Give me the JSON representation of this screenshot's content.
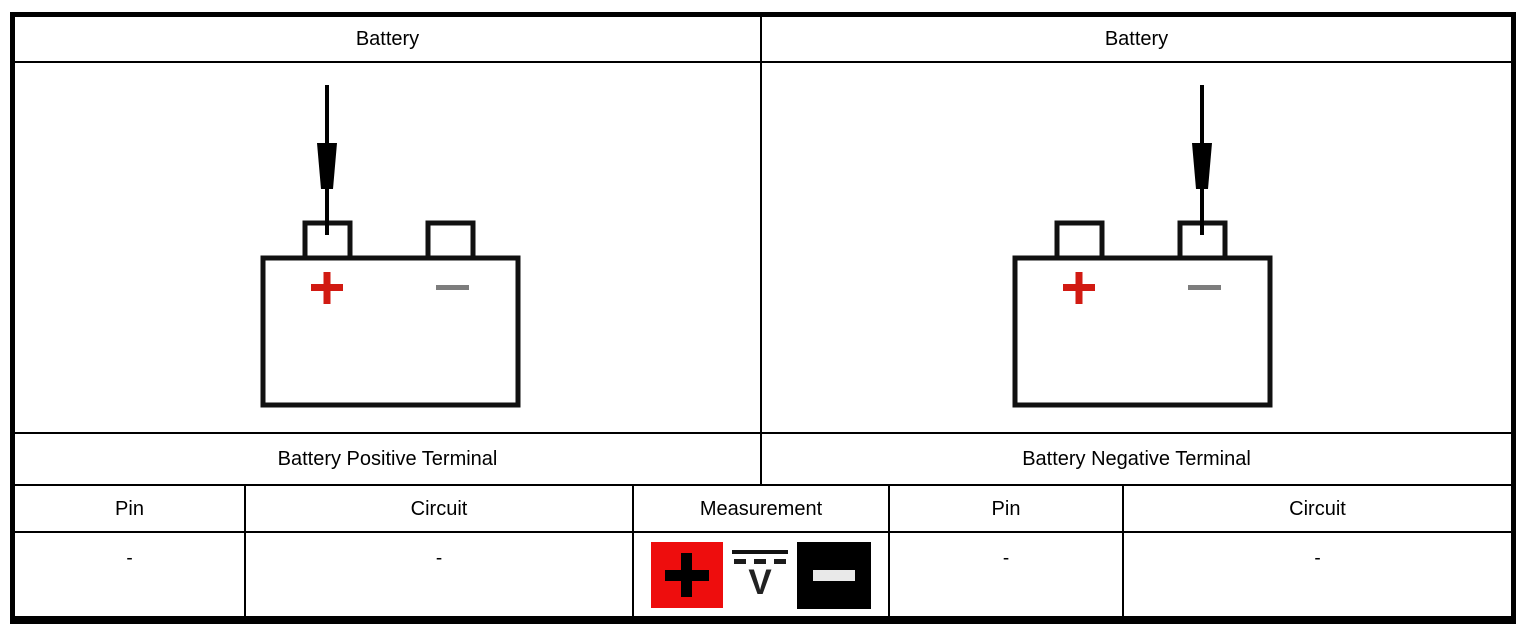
{
  "diagram": {
    "panels": {
      "left": {
        "title": "Battery",
        "terminal_label": "Battery Positive Terminal",
        "probe_on": "positive-terminal"
      },
      "right": {
        "title": "Battery",
        "terminal_label": "Battery Negative Terminal",
        "probe_on": "negative-terminal"
      }
    },
    "battery_symbols": {
      "positive": "+",
      "negative": "-"
    },
    "table": {
      "headers": {
        "left_pin": "Pin",
        "left_circuit": "Circuit",
        "measurement": "Measurement",
        "right_pin": "Pin",
        "right_circuit": "Circuit"
      },
      "values": {
        "left_pin": "-",
        "left_circuit": "-",
        "right_pin": "-",
        "right_circuit": "-"
      },
      "measurement": {
        "icons": [
          "positive-lead-icon",
          "dc-voltage-icon",
          "negative-lead-icon"
        ],
        "dc_volts_symbol": "V"
      }
    },
    "colors": {
      "battery_plus_red": "#d11a12",
      "lead_square_red": "#ee0d0d",
      "battery_minus_gray": "#7d7d7d",
      "line_black": "#000000"
    }
  }
}
